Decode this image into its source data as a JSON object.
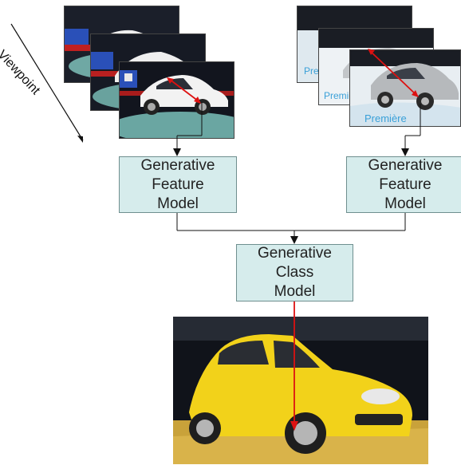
{
  "viewpoint_label": "Viewpoint",
  "left_feature_model": {
    "line1": "Generative",
    "line2": "Feature",
    "line3": "Model"
  },
  "right_feature_model": {
    "line1": "Generative",
    "line2": "Feature",
    "line3": "Model"
  },
  "class_model": {
    "line1": "Generative",
    "line2": "Class",
    "line3": "Model"
  },
  "colors": {
    "box_fill": "#d6ecec",
    "box_border": "#6f8f8f",
    "arrow": "#dd1111",
    "car_white": "#f2f2f2",
    "car_silver": "#b9bcbf",
    "car_yellow": "#f2d21a"
  }
}
